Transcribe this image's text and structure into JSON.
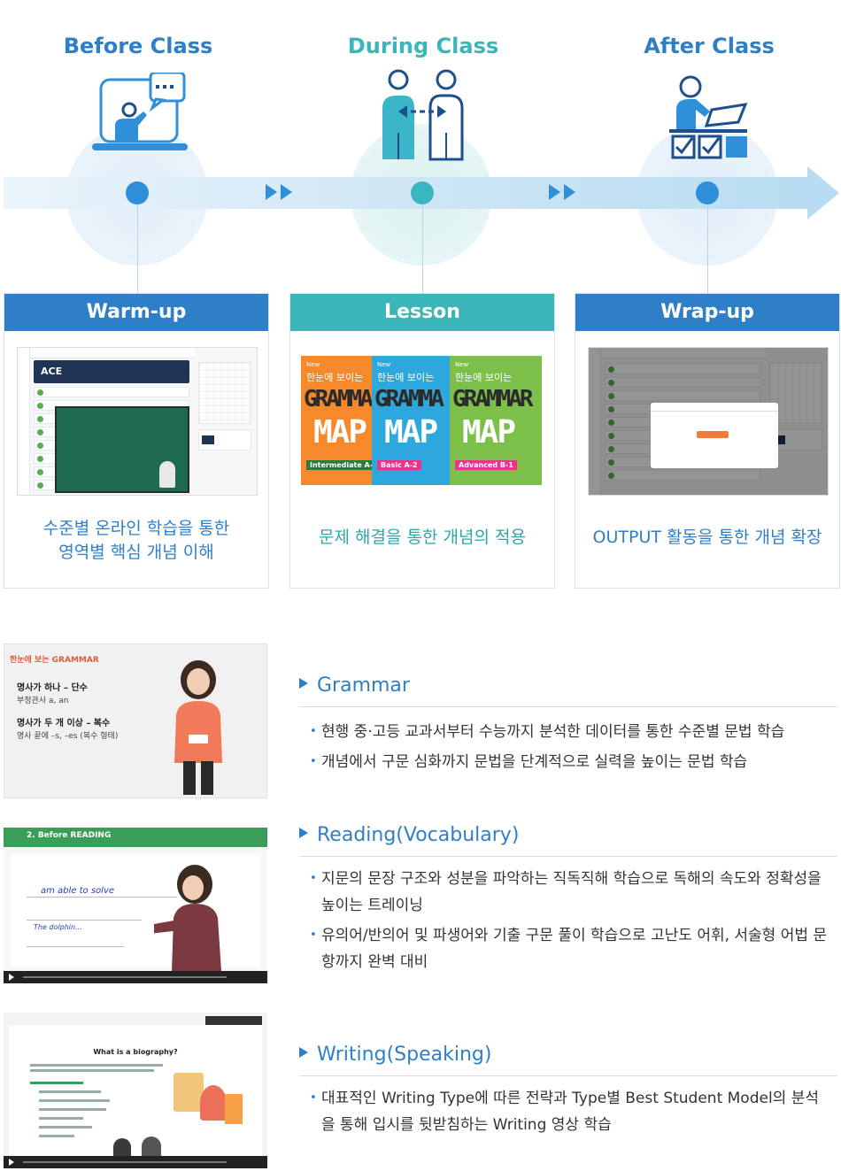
{
  "phases": [
    {
      "title": "Before Class"
    },
    {
      "title": "During Class"
    },
    {
      "title": "After Class"
    }
  ],
  "cards": [
    {
      "header": "Warm-up",
      "desc_line1": "수준별 온라인 학습을 통한",
      "desc_line2": "영역별 핵심 개념 이해",
      "shot_logo": "ACE"
    },
    {
      "header": "Lesson",
      "desc_line1": "문제 해결을 통한 개념의 적용",
      "books": [
        {
          "new": "New",
          "kor": "한눈에 보이는",
          "g1": "GRAMMA",
          "g2": "MAP",
          "level": "Intermediate A-"
        },
        {
          "new": "New",
          "kor": "한눈에 보이는",
          "g1": "GRAMMA",
          "g2": "MAP",
          "level": "Basic A-2"
        },
        {
          "new": "New",
          "kor": "한눈에 보이는",
          "g1": "GRAMMAR",
          "g2": "MAP",
          "level": "Advanced B-1"
        }
      ]
    },
    {
      "header": "Wrap-up",
      "desc_line1": "OUTPUT 활동을 통한 개념 확장"
    }
  ],
  "features": [
    {
      "title": "Grammar",
      "thumb": {
        "logo": "한눈에 보는 GRAMMAR",
        "l1": "명사가 하나 – 단수",
        "l2": "부정관사 a, an",
        "l3": "명사가 두 개 이상 – 복수",
        "l4": "명사 끝에 –s, –es (복수 형태)"
      },
      "bullets": [
        "현행 중·고등 교과서부터 수능까지 분석한 데이터를 통한 수준별 문법 학습",
        "개념에서 구문 심화까지 문법을 단계적으로 실력을 높이는 문법 학습"
      ]
    },
    {
      "title": "Reading(Vocabulary)",
      "thumb": {
        "bar": "2. Before READING",
        "hand1": "am   able   to     solve",
        "hand2": "The dolphin..."
      },
      "bullets": [
        "지문의 문장 구조와 성분을 파악하는 직독직해 학습으로 독해의 속도와 정확성을 높이는 트레이닝",
        "유의어/반의어 및 파생어와 기출 구문 풀이 학습으로 고난도 어휘, 서술형 어법 문항까지 완벽 대비"
      ]
    },
    {
      "title": "Writing(Speaking)",
      "thumb": {
        "title": "What is a biography?"
      },
      "bullets": [
        "대표적인 Writing Type에 따른 전략과 Type별 Best Student Model의 분석을 통해 입시를 뒷받침하는 Writing 영상 학습"
      ]
    }
  ]
}
